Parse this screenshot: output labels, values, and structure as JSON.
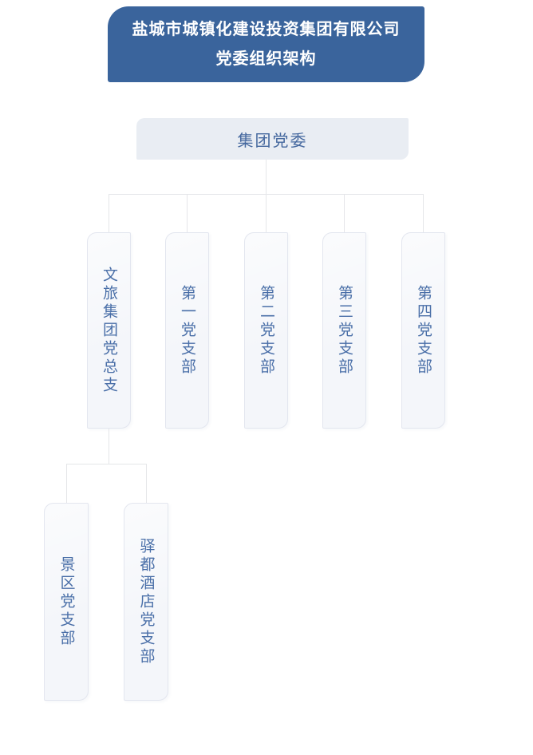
{
  "header": {
    "title_line1": "盐城市城镇化建设投资集团有限公司",
    "title_line2": "党委组织架构"
  },
  "org": {
    "root": {
      "label": "集团党委"
    },
    "level2": [
      {
        "label": "文旅集团党总支"
      },
      {
        "label": "第一党支部"
      },
      {
        "label": "第二党支部"
      },
      {
        "label": "第三党支部"
      },
      {
        "label": "第四党支部"
      }
    ],
    "level3": [
      {
        "label": "景区党支部"
      },
      {
        "label": "驿都酒店党支部"
      }
    ]
  },
  "colors": {
    "header_bg": "#3a649c",
    "header_text": "#ffffff",
    "root_bg": "#e9edf3",
    "root_text": "#46699f",
    "node_bg": "#f4f6fa",
    "node_border": "#e3e6ef",
    "node_text": "#4a6fa8",
    "connector": "#e5e6e9"
  }
}
